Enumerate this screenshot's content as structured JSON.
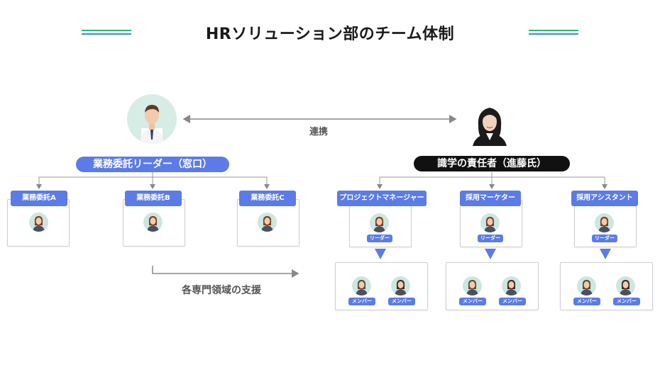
{
  "title": "HRソリューション部のチーム体制",
  "link_label": "連携",
  "left_leader": "業務委託リーダー（窓口）",
  "right_leader": "識学の責任者（進藤氏）",
  "left_teams": [
    "業務委託A",
    "業務委託B",
    "業務委託C"
  ],
  "right_teams": [
    "プロジェクトマネージャー",
    "採用マーケター",
    "採用アシスタント"
  ],
  "leader_chip": "リーダー",
  "member_chip": "メンバー",
  "support_label": "各専門領域の支援",
  "colors": {
    "accent": "#5b7be8",
    "dark": "#111111",
    "deco_green": "#2bb673",
    "deco_blue": "#3a8fd0"
  }
}
